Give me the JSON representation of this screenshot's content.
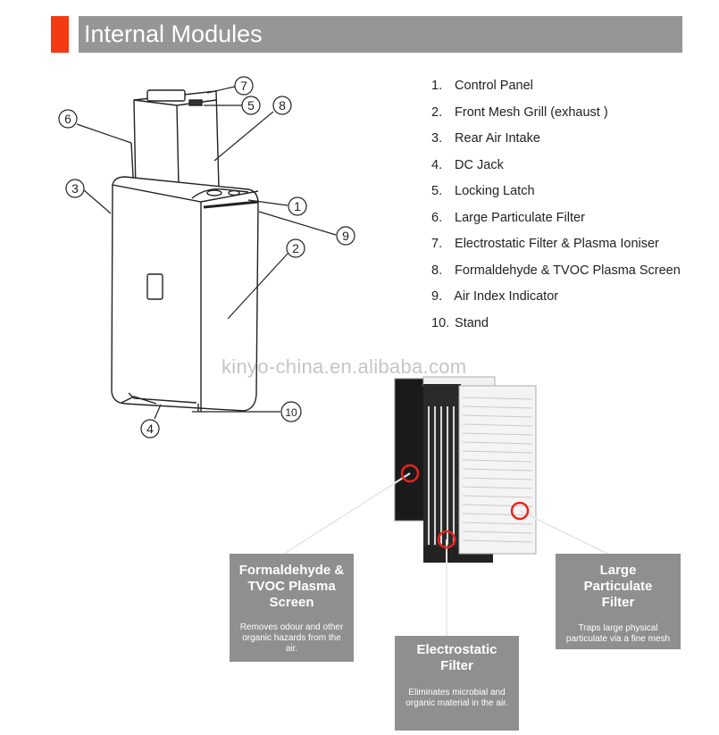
{
  "header": {
    "title": "Internal Modules",
    "accent": "#f43a12",
    "bg": "#969696"
  },
  "parts": [
    {
      "num": "1.",
      "label": "Control Panel"
    },
    {
      "num": "2.",
      "label": "Front Mesh Grill (exhaust )"
    },
    {
      "num": "3.",
      "label": "Rear Air Intake"
    },
    {
      "num": "4.",
      "label": "DC Jack"
    },
    {
      "num": "5.",
      "label": "Locking Latch"
    },
    {
      "num": "6.",
      "label": "Large Particulate Filter"
    },
    {
      "num": "7.",
      "label": "Electrostatic Filter & Plasma Ioniser"
    },
    {
      "num": "8.",
      "label": "Formaldehyde & TVOC Plasma Screen"
    },
    {
      "num": "9.",
      "label": "Air Index Indicator"
    },
    {
      "num": "10.",
      "label": "Stand"
    }
  ],
  "diagram_numbers": [
    "1",
    "2",
    "3",
    "4",
    "5",
    "6",
    "7",
    "8",
    "9",
    "10"
  ],
  "watermark": "kinyo-china.en.alibaba.com",
  "callouts": {
    "formaldehyde": {
      "title_lines": [
        "Formaldehyde &",
        "TVOC Plasma",
        "Screen"
      ],
      "desc_lines": [
        "Removes odour and other",
        "organic hazards from the",
        "air."
      ]
    },
    "electrostatic": {
      "title_lines": [
        "Electrostatic",
        "Filter"
      ],
      "desc_lines": [
        "Eliminates microbial and",
        "organic material in the air."
      ]
    },
    "particulate": {
      "title_lines": [
        "Large",
        "Particulate",
        "Filter"
      ],
      "desc_lines": [
        "Traps large physical",
        "particulate via a fine mesh"
      ]
    }
  },
  "colors": {
    "marker": "#e8241c",
    "callout_bg": "#8f8f8f"
  }
}
